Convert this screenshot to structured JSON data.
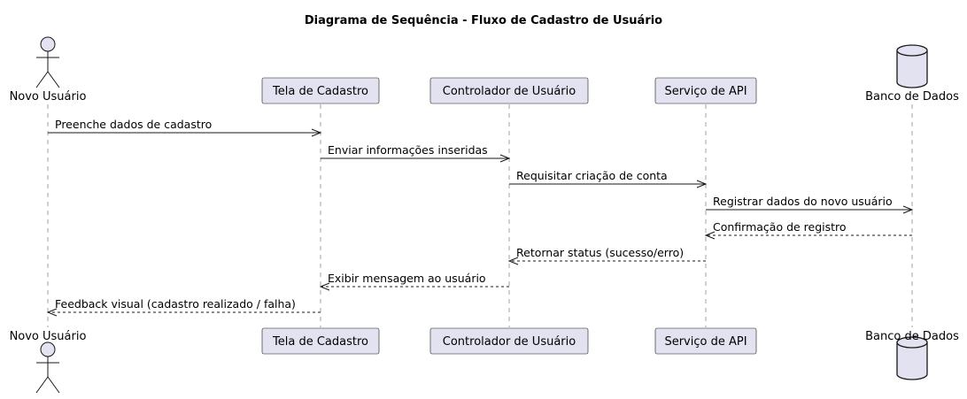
{
  "title": "Diagrama de Sequência - Fluxo de Cadastro de Usuário",
  "participants": [
    {
      "id": "usuario",
      "label": "Novo Usuário",
      "kind": "actor"
    },
    {
      "id": "tela",
      "label": "Tela de Cadastro",
      "kind": "participant"
    },
    {
      "id": "controlador",
      "label": "Controlador de Usuário",
      "kind": "participant"
    },
    {
      "id": "api",
      "label": "Serviço de API",
      "kind": "participant"
    },
    {
      "id": "banco",
      "label": "Banco de Dados",
      "kind": "database"
    }
  ],
  "messages": [
    {
      "from": "usuario",
      "to": "tela",
      "label": "Preenche dados de cadastro",
      "kind": "sync"
    },
    {
      "from": "tela",
      "to": "controlador",
      "label": "Enviar informações inseridas",
      "kind": "sync"
    },
    {
      "from": "controlador",
      "to": "api",
      "label": "Requisitar criação de conta",
      "kind": "sync"
    },
    {
      "from": "api",
      "to": "banco",
      "label": "Registrar dados do novo usuário",
      "kind": "sync"
    },
    {
      "from": "banco",
      "to": "api",
      "label": "Confirmação de registro",
      "kind": "reply"
    },
    {
      "from": "api",
      "to": "controlador",
      "label": "Retornar status (sucesso/erro)",
      "kind": "reply"
    },
    {
      "from": "controlador",
      "to": "tela",
      "label": "Exibir mensagem ao usuário",
      "kind": "reply"
    },
    {
      "from": "tela",
      "to": "usuario",
      "label": "Feedback visual (cadastro realizado / falha)",
      "kind": "reply"
    }
  ],
  "colors": {
    "participant_fill": "#E2E2F0",
    "line": "#181818",
    "lifeline": "#A0A0A0"
  }
}
